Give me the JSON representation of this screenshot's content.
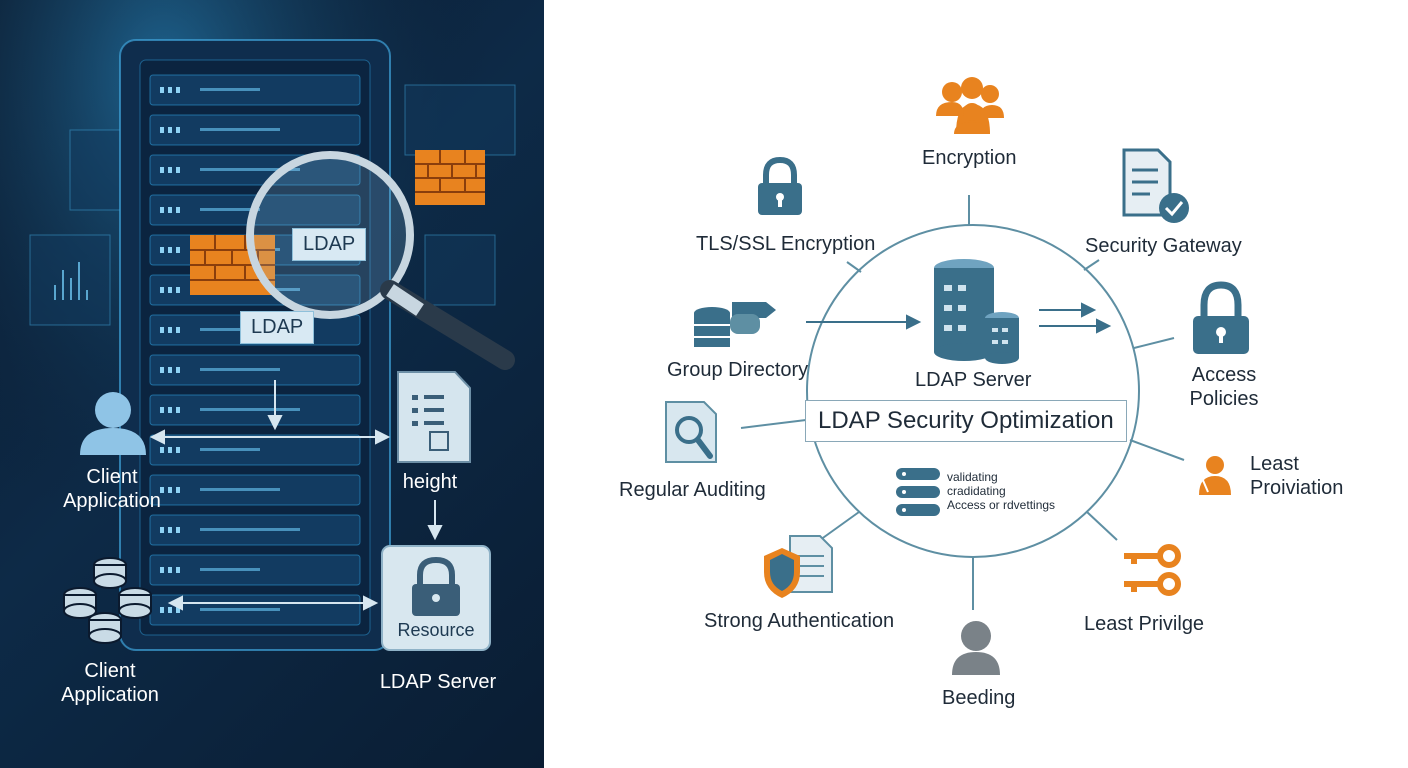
{
  "left": {
    "badge_top": "LDAP",
    "badge_mid": "LDAP",
    "client_app_1": [
      "Client",
      "Application"
    ],
    "client_app_2": [
      "Client",
      "Application"
    ],
    "height_label": "height",
    "resource_label": "Resource",
    "ldap_server_label": "LDAP Server"
  },
  "right": {
    "center_label": "LDAP Server",
    "title_box": "LDAP Security Optimization",
    "inner_notes": [
      "validating",
      "cradidating",
      "Access or rdvettings"
    ],
    "nodes": {
      "encryption": "Encryption",
      "tls": "TLS/SSL Encryption",
      "security_gateway": "Security Gateway",
      "group_directory": "Group Directory",
      "access_policies": [
        "Access",
        "Policies"
      ],
      "regular_auditing": "Regular Auditing",
      "least_provisioning": [
        "Least",
        "Proiviation"
      ],
      "strong_auth": "Strong Authentication",
      "least_privilege": "Least Privilge",
      "beeding": "Beeding"
    }
  },
  "colors": {
    "teal": "#3a6f8a",
    "orange": "#e8831f",
    "navy": "#0b1a2e",
    "accent_blue": "#2d9ad6"
  }
}
